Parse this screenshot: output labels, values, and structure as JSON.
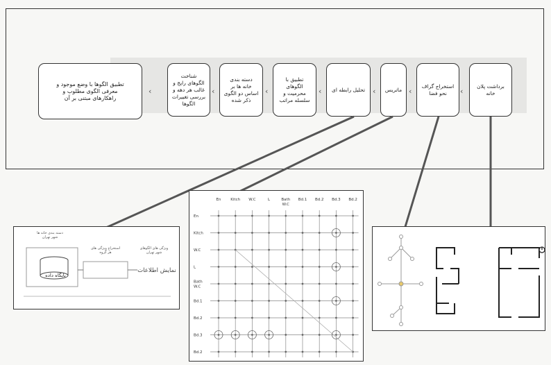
{
  "flow": {
    "steps": [
      "برداشت پلان\nخانه",
      "استخراج گراف\nنحو فضا",
      "ماتریس",
      "تحلیل رابطه ای",
      "تطبیق با\nالگوهای\nمحرمیت و\nسلسله مراتب",
      "دسته بندی\nخانه ها بر\nاساس دو الگوی\nذکر شده",
      "شناخت\nالگوهای رایج و\nغالب هر دهه و\nبررسی تغییرات\nالگوها",
      "تطبیق الگوها با وضع موجود و\nمعرفی الگوی مطلوب و\nراهکارهای مبتنی بر آن"
    ]
  },
  "matrix": {
    "col_headers": [
      "En",
      "Kitch",
      "W.C",
      "L",
      "Bath W.C",
      "Bd.1",
      "Bd.2",
      "Bd.3",
      "Bd.2"
    ],
    "row_headers": [
      "En",
      "Kitch",
      "W.C",
      "L",
      "Bath W.C",
      "Bd.1",
      "Bd.2",
      "Bd.3",
      "Bd.2"
    ]
  },
  "info_panel": {
    "label_db": "پایگاه داده",
    "label_display": "نمایش اطلاعات",
    "note_left": "دسته بندی خانه ها\nشهر تهران",
    "note_center": "استخراج ویژگی های\nهر گروه",
    "note_right": "ویژگی های الگوهای\nشهر تهران"
  }
}
